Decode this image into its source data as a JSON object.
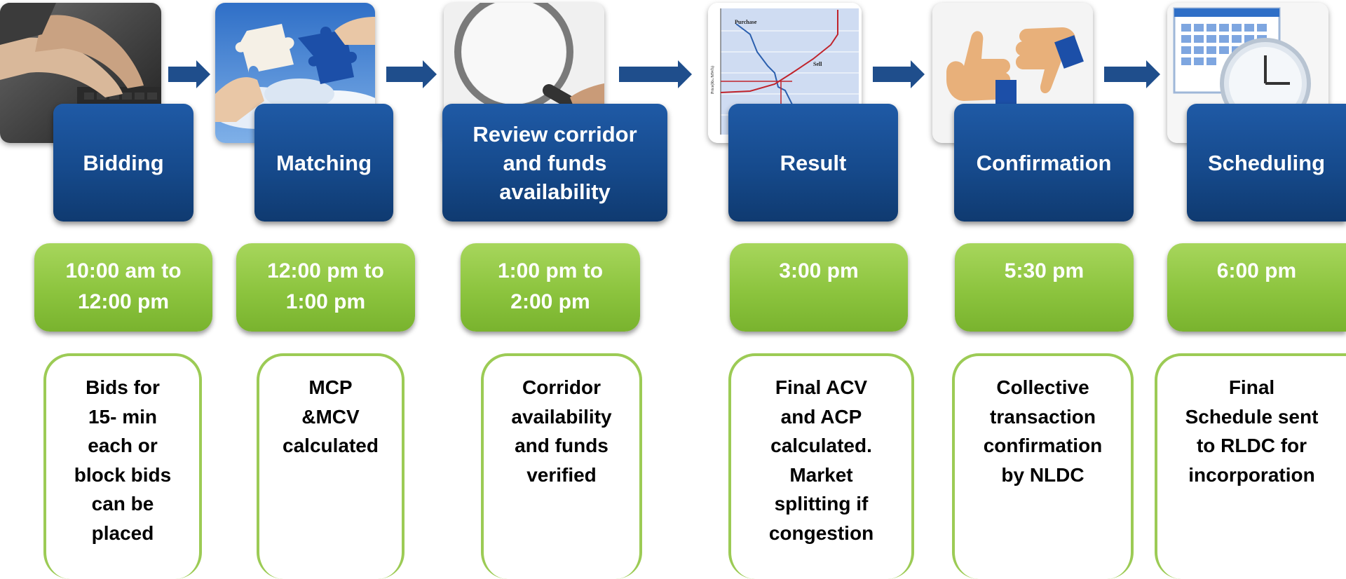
{
  "steps": [
    {
      "stage": "Bidding",
      "time": "10:00 am to\n12:00 pm",
      "description": "Bids for\n15- min\neach or\nblock bids\ncan be\nplaced",
      "image_icon": "typing-hands"
    },
    {
      "stage": "Matching",
      "time": "12:00 pm to\n1:00 pm",
      "description": "MCP\n&MCV\ncalculated",
      "image_icon": "puzzle-pieces"
    },
    {
      "stage": "Review corridor\nand funds\navailability",
      "time": "1:00 pm to\n2:00 pm",
      "description": "Corridor\navailability\nand funds\nverified",
      "image_icon": "magnifying-glass"
    },
    {
      "stage": "Result",
      "time": "3:00 pm",
      "description": "Final ACV\nand ACP\ncalculated.\nMarket\nsplitting if\ncongestion",
      "image_icon": "supply-demand-chart"
    },
    {
      "stage": "Confirmation",
      "time": "5:30 pm",
      "description": "Collective\ntransaction\nconfirmation\nby NLDC",
      "image_icon": "thumbs-up-down"
    },
    {
      "stage": "Scheduling",
      "time": "6:00 pm",
      "description": "Final\nSchedule sent\nto RLDC for\nincorporation",
      "image_icon": "calendar-clock"
    }
  ],
  "chart_thumbnail": {
    "purchase_label": "Purchase",
    "sell_label": "Sell",
    "axis_label": "Price(Rs./MWh)"
  },
  "colors": {
    "stage_blue": "#164a8c",
    "time_green": "#8cc43e",
    "desc_border": "#9ccb55",
    "arrow_blue": "#1f4e8c"
  }
}
